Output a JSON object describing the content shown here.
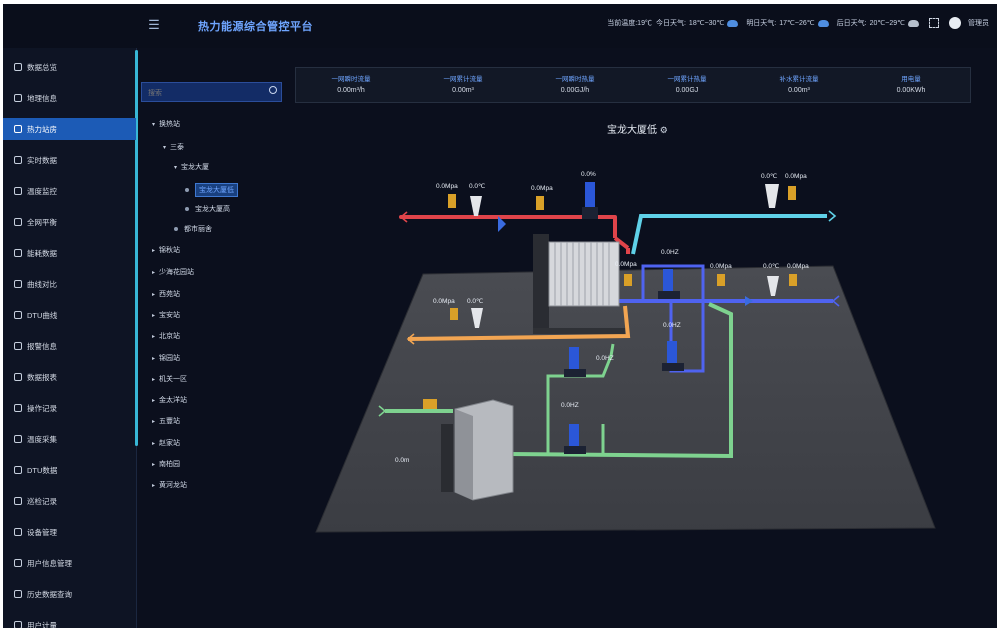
{
  "app": {
    "title": "热力能源综合管控平台"
  },
  "weather": {
    "current_temp": "当前温度:19℃",
    "today_label": "今日天气:",
    "today_range": "18℃~30℃",
    "tomorrow_label": "明日天气:",
    "tomorrow_range": "17℃~26℃",
    "after_label": "后日天气:",
    "after_range": "20℃~29℃",
    "user": "管理员"
  },
  "nav": [
    {
      "label": "数据总览",
      "icon": "home-icon"
    },
    {
      "label": "地理信息",
      "icon": "compass-icon"
    },
    {
      "label": "热力站房",
      "icon": "building-icon"
    },
    {
      "label": "实时数据",
      "icon": "doc-icon"
    },
    {
      "label": "温度监控",
      "icon": "thermo-icon"
    },
    {
      "label": "全网平衡",
      "icon": "location-icon"
    },
    {
      "label": "能耗数据",
      "icon": "energy-icon"
    },
    {
      "label": "曲线对比",
      "icon": "curve-icon"
    },
    {
      "label": "DTU曲线",
      "icon": "dtu-curve-icon"
    },
    {
      "label": "报警信息",
      "icon": "alarm-icon"
    },
    {
      "label": "数据报表",
      "icon": "report-icon"
    },
    {
      "label": "操作记录",
      "icon": "record-icon"
    },
    {
      "label": "温度采集",
      "icon": "collect-icon"
    },
    {
      "label": "DTU数据",
      "icon": "dtu-data-icon"
    },
    {
      "label": "巡检记录",
      "icon": "inspect-icon"
    },
    {
      "label": "设备管理",
      "icon": "device-icon"
    },
    {
      "label": "用户信息管理",
      "icon": "user-icon"
    },
    {
      "label": "历史数据查询",
      "icon": "history-icon"
    },
    {
      "label": "用户计量",
      "icon": "meter-icon"
    }
  ],
  "search": {
    "placeholder": "搜索"
  },
  "tree": [
    {
      "label": "换热站",
      "level": 0,
      "caret": "▾"
    },
    {
      "label": "三泰",
      "level": 1,
      "caret": "▾"
    },
    {
      "label": "宝龙大厦",
      "level": 2,
      "caret": "▾"
    },
    {
      "label": "宝龙大厦低",
      "level": 3,
      "dot": true,
      "selected": true
    },
    {
      "label": "宝龙大厦高",
      "level": 3,
      "dot": true
    },
    {
      "label": "都市丽舍",
      "level": 2,
      "dot": true
    },
    {
      "label": "锦秋站",
      "level": 0,
      "caret": "▸"
    },
    {
      "label": "少海花园站",
      "level": 0,
      "caret": "▸"
    },
    {
      "label": "西苑站",
      "level": 0,
      "caret": "▸"
    },
    {
      "label": "宝安站",
      "level": 0,
      "caret": "▸"
    },
    {
      "label": "北京站",
      "level": 0,
      "caret": "▸"
    },
    {
      "label": "锦园站",
      "level": 0,
      "caret": "▸"
    },
    {
      "label": "机关一区",
      "level": 0,
      "caret": "▸"
    },
    {
      "label": "金太洋站",
      "level": 0,
      "caret": "▸"
    },
    {
      "label": "五豐站",
      "level": 0,
      "caret": "▸"
    },
    {
      "label": "赵家站",
      "level": 0,
      "caret": "▸"
    },
    {
      "label": "南柏园",
      "level": 0,
      "caret": "▸"
    },
    {
      "label": "黄河龙站",
      "level": 0,
      "caret": "▸"
    }
  ],
  "stats": [
    {
      "label": "一网瞬时流量",
      "value": "0.00m³/h"
    },
    {
      "label": "一网累计流量",
      "value": "0.00m³"
    },
    {
      "label": "一网瞬时热量",
      "value": "0.00GJ/h"
    },
    {
      "label": "一网累计热量",
      "value": "0.00GJ"
    },
    {
      "label": "补水累计流量",
      "value": "0.00m³"
    },
    {
      "label": "用电量",
      "value": "0.00KWh"
    }
  ],
  "scene": {
    "title": "宝龙大厦低",
    "labels": {
      "supply_pressure": "0.0Mpa",
      "supply_temp": "0.0℃",
      "return_pressure_top": "0.0Mpa",
      "valve_percent": "0.0%",
      "sec_out_temp": "0.0℃",
      "sec_out_pressure": "0.0Mpa",
      "hx_pressure": "0.0Mpa",
      "pump1_freq": "0.0HZ",
      "pump2_freq": "0.0HZ",
      "sec_ret_pressure": "0.0Mpa",
      "sec_ret_temp": "0.0℃",
      "sec_ret_pressure2": "0.0Mpa",
      "left_pressure": "0.0Mpa",
      "left_temp": "0.0℃",
      "makeup1_freq": "0.0HZ",
      "makeup2_freq": "0.0HZ",
      "tank_level": "0.0m"
    }
  },
  "colors": {
    "active_nav": "#1c5bb6",
    "title_blue": "#6fa5ff",
    "pipe_red": "#e0444a",
    "pipe_cyan": "#5fd1e8",
    "pipe_orange": "#f2a552",
    "pipe_blue": "#4f63f0",
    "pipe_green": "#7ed28f"
  }
}
